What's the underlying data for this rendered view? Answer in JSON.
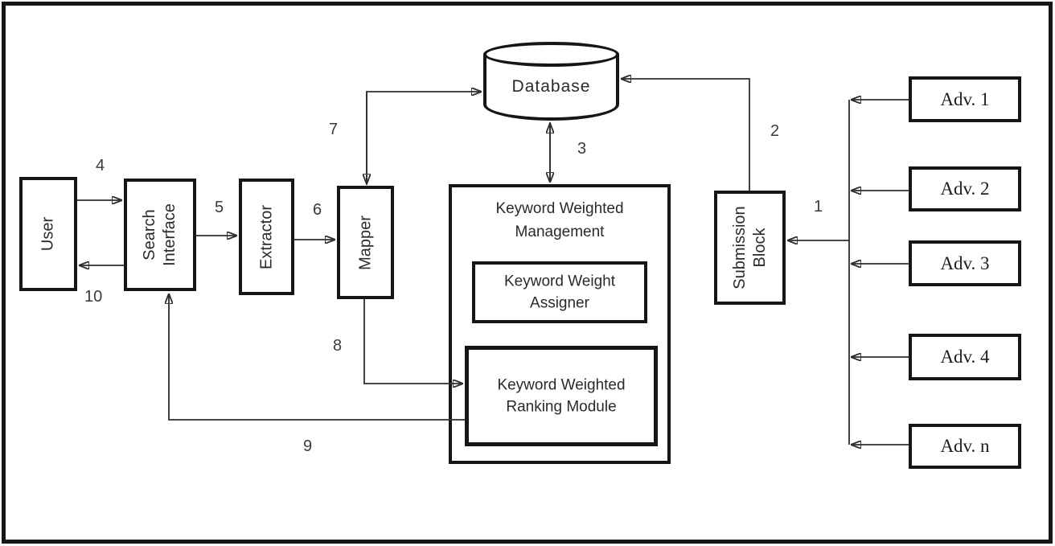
{
  "nodes": {
    "user": {
      "label": "User"
    },
    "search_interface": {
      "label": "Search Interface",
      "lines": [
        "Search",
        "Interface"
      ]
    },
    "extractor": {
      "label": "Extractor"
    },
    "mapper": {
      "label": "Mapper"
    },
    "database": {
      "label": "Database"
    },
    "keyword_weighted_management": {
      "label": "Keyword Weighted Management",
      "lines": [
        "Keyword Weighted",
        "Management"
      ]
    },
    "keyword_weight_assigner": {
      "label": "Keyword Weight Assigner",
      "lines": [
        "Keyword Weight",
        "Assigner"
      ]
    },
    "keyword_weighted_ranking_module": {
      "label": "Keyword Weighted Ranking Module",
      "lines": [
        "Keyword Weighted",
        "Ranking Module"
      ]
    },
    "submission_block": {
      "label": "Submission Block",
      "lines": [
        "Submission",
        "Block"
      ]
    },
    "advertisers": [
      {
        "label": "Adv. 1"
      },
      {
        "label": "Adv. 2"
      },
      {
        "label": "Adv. 3"
      },
      {
        "label": "Adv. 4"
      },
      {
        "label": "Adv. n"
      }
    ]
  },
  "flow_labels": {
    "f1": "1",
    "f2": "2",
    "f3": "3",
    "f4": "4",
    "f5": "5",
    "f6": "6",
    "f7": "7",
    "f8": "8",
    "f9": "9",
    "f10": "10"
  },
  "colors": {
    "line": "#2e2e2e",
    "border": "#161616",
    "background": "#ffffff",
    "text": "#222222"
  }
}
